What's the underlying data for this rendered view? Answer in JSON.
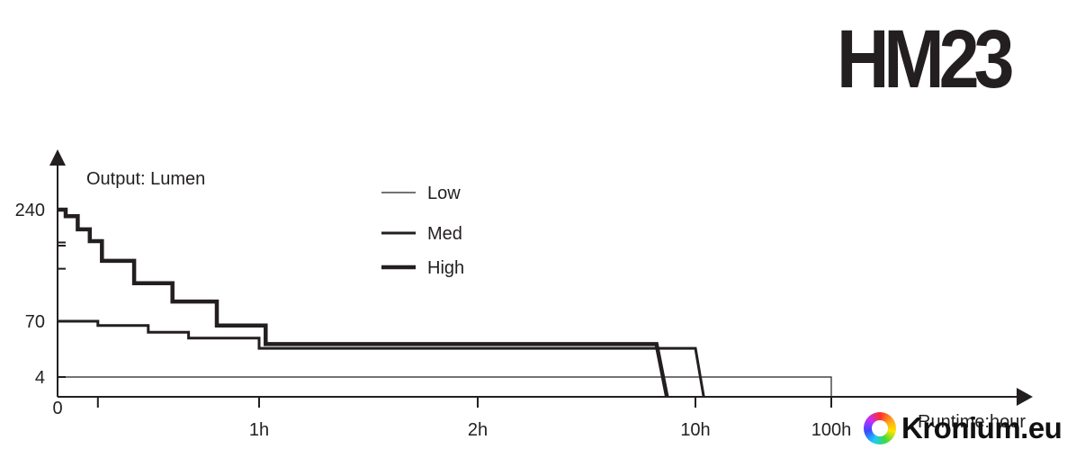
{
  "title": "HM23",
  "logo": {
    "text": "Kronium.eu"
  },
  "chart_data": {
    "type": "line",
    "ylabel": "Output: Lumen",
    "xlabel": "Runtime:hour",
    "x_ticks": [
      "0",
      "1h",
      "2h",
      "10h",
      "100h"
    ],
    "y_ticks": [
      "4",
      "70",
      "240"
    ],
    "x_scale": "segmented (linear to 2h, then log)",
    "grid": false,
    "legend_position": "top-center",
    "series": [
      {
        "name": "Low",
        "style": "thin",
        "points": [
          [
            0,
            4
          ],
          [
            80,
            4
          ],
          [
            85,
            4
          ],
          [
            100,
            4
          ],
          [
            100,
            0
          ]
        ]
      },
      {
        "name": "Med",
        "style": "medium",
        "points": [
          [
            0,
            70
          ],
          [
            0.2,
            70
          ],
          [
            0.2,
            65
          ],
          [
            0.45,
            65
          ],
          [
            0.45,
            57
          ],
          [
            0.65,
            57
          ],
          [
            0.65,
            50
          ],
          [
            1.0,
            50
          ],
          [
            1.0,
            38
          ],
          [
            10,
            38
          ],
          [
            11.5,
            0
          ]
        ]
      },
      {
        "name": "High",
        "style": "thick",
        "points": [
          [
            0,
            240
          ],
          [
            0.04,
            240
          ],
          [
            0.04,
            230
          ],
          [
            0.1,
            230
          ],
          [
            0.1,
            210
          ],
          [
            0.16,
            210
          ],
          [
            0.16,
            192
          ],
          [
            0.22,
            192
          ],
          [
            0.22,
            162
          ],
          [
            0.38,
            162
          ],
          [
            0.38,
            128
          ],
          [
            0.57,
            128
          ],
          [
            0.57,
            100
          ],
          [
            0.79,
            100
          ],
          [
            0.79,
            65
          ],
          [
            1.03,
            65
          ],
          [
            1.03,
            43
          ],
          [
            7.5,
            43
          ],
          [
            8.1,
            0
          ]
        ]
      }
    ]
  }
}
